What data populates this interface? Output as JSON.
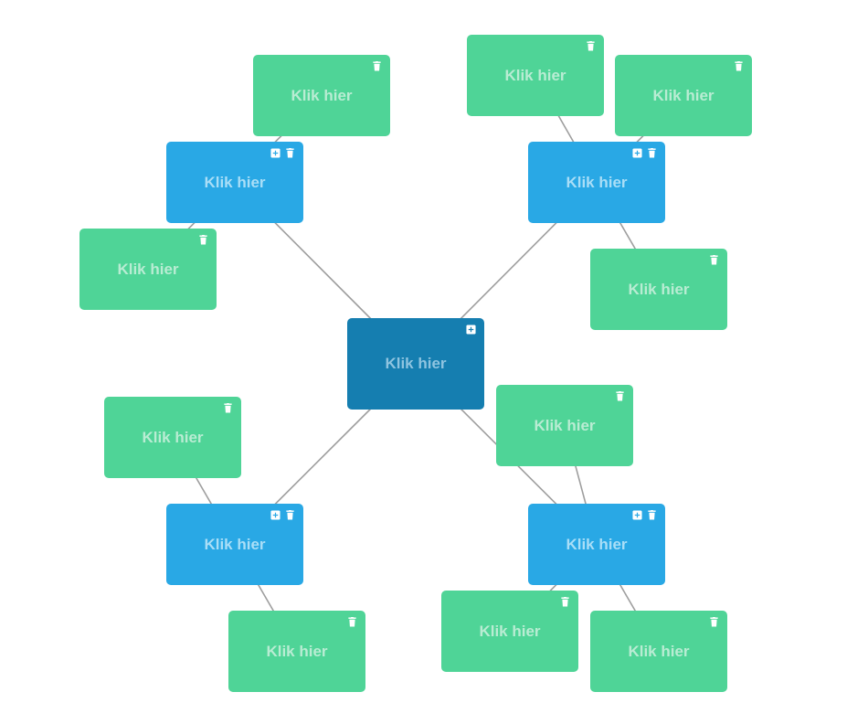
{
  "mindmap": {
    "root": {
      "label": "Klik hier",
      "actions": [
        "plus-icon"
      ]
    },
    "branches": [
      {
        "label": "Klik hier",
        "actions": [
          "plus-icon",
          "trash-icon"
        ],
        "leaves": [
          {
            "label": "Klik hier",
            "actions": [
              "trash-icon"
            ]
          },
          {
            "label": "Klik hier",
            "actions": [
              "trash-icon"
            ]
          }
        ]
      },
      {
        "label": "Klik hier",
        "actions": [
          "plus-icon",
          "trash-icon"
        ],
        "leaves": [
          {
            "label": "Klik hier",
            "actions": [
              "trash-icon"
            ]
          },
          {
            "label": "Klik hier",
            "actions": [
              "trash-icon"
            ]
          },
          {
            "label": "Klik hier",
            "actions": [
              "trash-icon"
            ]
          }
        ]
      },
      {
        "label": "Klik hier",
        "actions": [
          "plus-icon",
          "trash-icon"
        ],
        "leaves": [
          {
            "label": "Klik hier",
            "actions": [
              "trash-icon"
            ]
          },
          {
            "label": "Klik hier",
            "actions": [
              "trash-icon"
            ]
          }
        ]
      },
      {
        "label": "Klik hier",
        "actions": [
          "plus-icon",
          "trash-icon"
        ],
        "leaves": [
          {
            "label": "Klik hier",
            "actions": [
              "trash-icon"
            ]
          },
          {
            "label": "Klik hier",
            "actions": [
              "trash-icon"
            ]
          },
          {
            "label": "Klik hier",
            "actions": [
              "trash-icon"
            ]
          }
        ]
      }
    ]
  },
  "colors": {
    "root": "#157eb0",
    "branch": "#29a8e5",
    "leaf": "#4fd497",
    "connector": "#9e9e9e"
  }
}
